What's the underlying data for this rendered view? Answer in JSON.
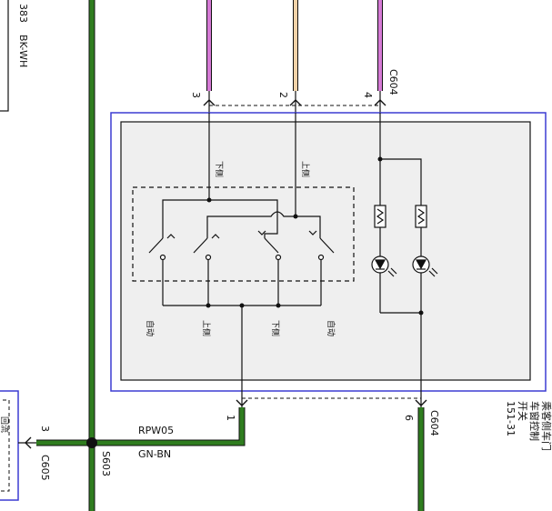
{
  "colors": {
    "ground_wire": "#2f7d1f",
    "violet_wire": "#d67ad6",
    "tan_wire": "#f0d2a8",
    "module_border": "#3c3cd2",
    "module_fill": "#efefef"
  },
  "left_box": {
    "wire_num": "383",
    "wire_color": "BK-WH"
  },
  "top_connector": {
    "name": "C604",
    "pins": [
      "3",
      "2",
      "4"
    ]
  },
  "switch_labels": {
    "down_top": "下侧",
    "up_top": "上侧",
    "auto_left": "自动",
    "up_bottom": "上侧",
    "down_bottom": "下侧",
    "auto_right": "自动"
  },
  "bottom_connector": {
    "pin_left": "1",
    "pin_right": "6",
    "name": "C604"
  },
  "splice": {
    "name": "S603"
  },
  "left_connector": {
    "pin": "3",
    "name": "C605"
  },
  "left_module_label": "回流",
  "wire": {
    "name": "RPW05",
    "color": "GN-BN"
  },
  "component": {
    "title": "乘客侧车门",
    "line2": "车窗控制",
    "line3": "开关",
    "ref": "151-31"
  }
}
